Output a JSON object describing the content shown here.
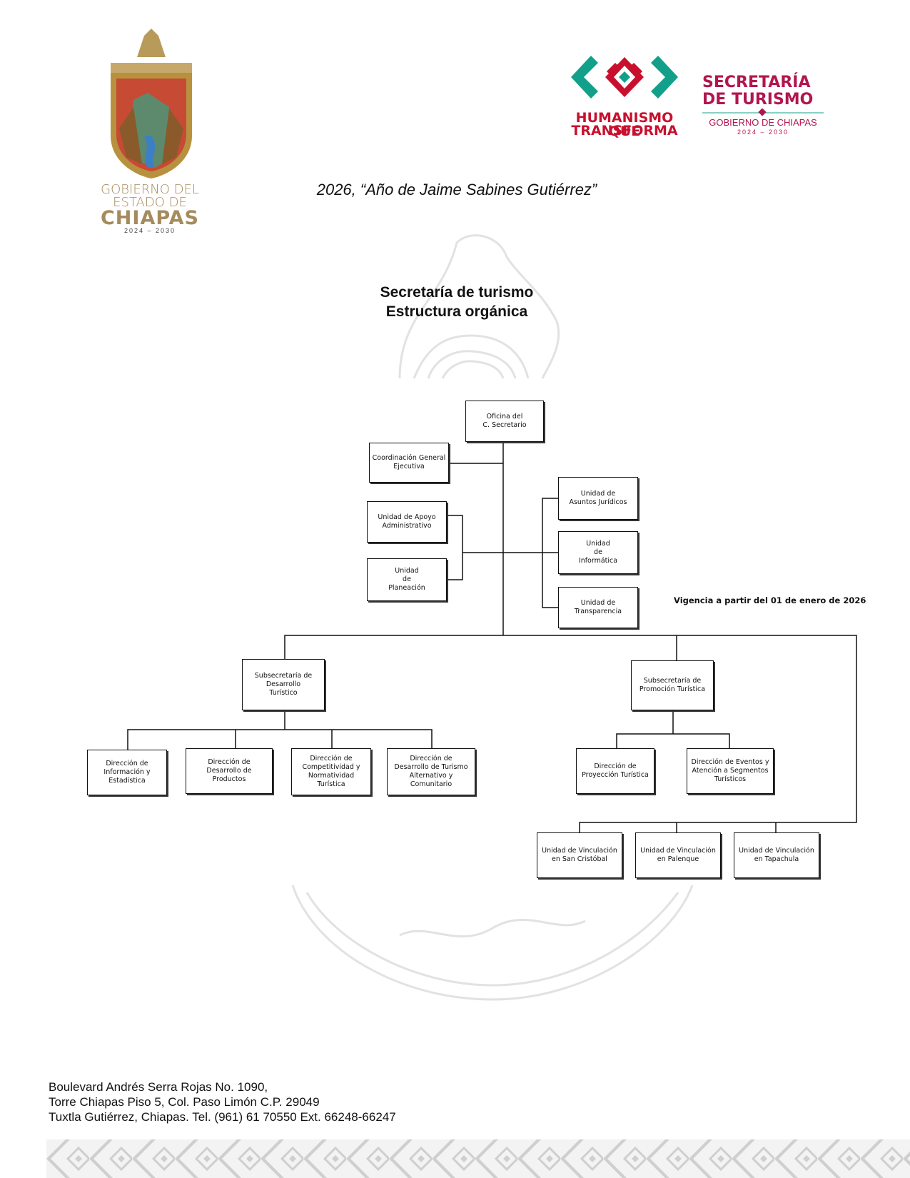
{
  "header": {
    "seal": {
      "icon": "chiapas-coat-of-arms-icon",
      "line1": "GOBIERNO DEL",
      "line2": "ESTADO DE",
      "line3": "CHIAPAS",
      "years": "2024 – 2030"
    },
    "humanismo": {
      "icon": "humanismo-que-transforma-logo-icon",
      "line1": "HUMANISMO QUE",
      "line2": "TRANSFORMA"
    },
    "secretaria": {
      "line1": "SECRETARÍA",
      "line2": "DE TURISMO",
      "gov": "GOBIERNO DE CHIAPAS",
      "years": "2024 – 2030"
    },
    "motto": "2026, “Año de Jaime Sabines Gutiérrez”"
  },
  "title": {
    "line1": "Secretaría de turismo",
    "line2": "Estructura orgánica"
  },
  "validity": "Vigencia a partir del 01 de enero de 2026",
  "org": {
    "secretario": [
      "Oficina del",
      "C. Secretario"
    ],
    "coordinacion": [
      "Coordinación General",
      "Ejecutiva"
    ],
    "apoyo": [
      "Unidad de Apoyo",
      "Administrativo"
    ],
    "planeacion": [
      "Unidad",
      "de",
      "Planeación"
    ],
    "juridicos": [
      "Unidad de",
      "Asuntos Jurídicos"
    ],
    "informatica": [
      "Unidad",
      "de",
      "Informática"
    ],
    "transparencia": [
      "Unidad de",
      "Transparencia"
    ],
    "sub_desarrollo": [
      "Subsecretaría de",
      "Desarrollo",
      "Turístico"
    ],
    "sub_promocion": [
      "Subsecretaría de",
      "Promoción Turística"
    ],
    "dir_informacion": [
      "Dirección de",
      "Información y",
      "Estadística"
    ],
    "dir_productos": [
      "Dirección de",
      "Desarrollo de",
      "Productos"
    ],
    "dir_competitividad": [
      "Dirección de",
      "Competitividad y",
      "Normatividad",
      "Turística"
    ],
    "dir_alternativo": [
      "Dirección de",
      "Desarrollo de Turismo",
      "Alternativo y",
      "Comunitario"
    ],
    "dir_proyeccion": [
      "Dirección de",
      "Proyección Turística"
    ],
    "dir_eventos": [
      "Dirección de Eventos y",
      "Atención a Segmentos",
      "Turísticos"
    ],
    "vinc_sancristobal": [
      "Unidad de Vinculación",
      "en San Cristóbal"
    ],
    "vinc_palenque": [
      "Unidad de Vinculación",
      "en Palenque"
    ],
    "vinc_tapachula": [
      "Unidad de Vinculación",
      "en Tapachula"
    ]
  },
  "footer": {
    "address1": "Boulevard Andrés Serra Rojas No. 1090,",
    "address2": "Torre Chiapas Piso 5, Col. Paso Limón C.P. 29049",
    "address3": "Tuxtla Gutiérrez, Chiapas. Tel. (961) 61 70550 Ext. 66248-66247",
    "pattern_icon": "fret-pattern-border-icon"
  },
  "colors": {
    "seal_gold": "#a58a5c",
    "logo_green": "#13a08a",
    "logo_magenta": "#c8102e",
    "secretaria_red": "#b2164e",
    "watermark": "#dddddd"
  }
}
